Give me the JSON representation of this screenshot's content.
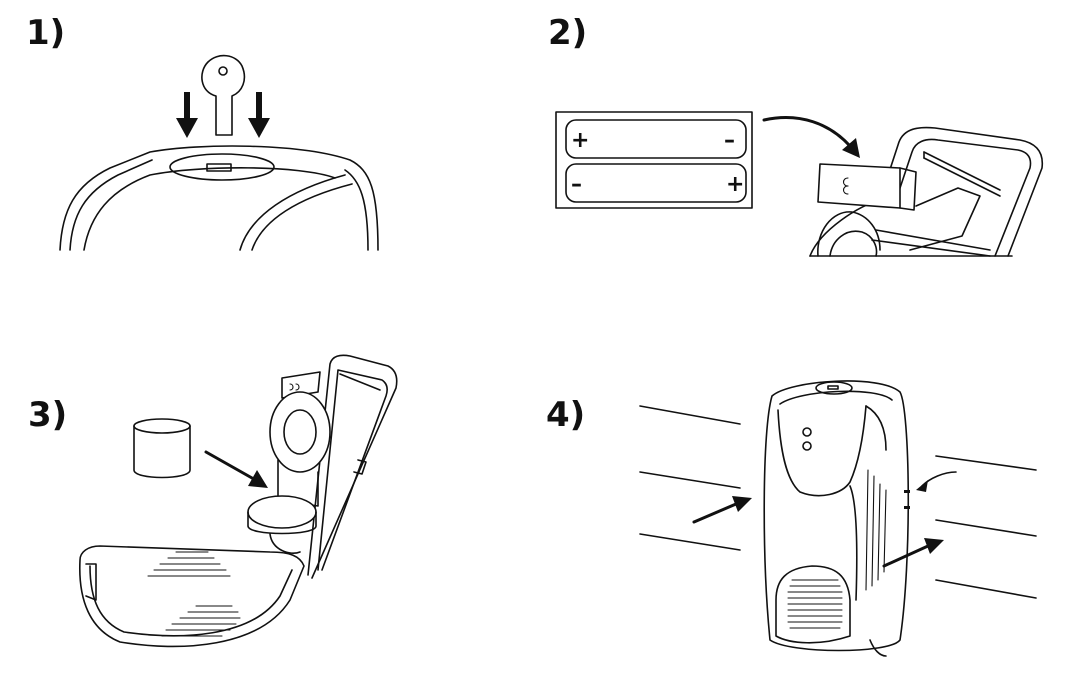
{
  "steps": [
    {
      "number_label": "1)",
      "description_icon": "key-insert-icon"
    },
    {
      "number_label": "2)",
      "description_icon": "battery-insert-icon"
    },
    {
      "number_label": "3)",
      "description_icon": "refill-insert-icon"
    },
    {
      "number_label": "4)",
      "description_icon": "airflow-icon"
    }
  ],
  "battery": {
    "top": {
      "left_sign": "+",
      "right_sign": "–"
    },
    "bottom": {
      "left_sign": "–",
      "right_sign": "+"
    }
  },
  "colors": {
    "ink": "#111111",
    "background": "#ffffff"
  }
}
